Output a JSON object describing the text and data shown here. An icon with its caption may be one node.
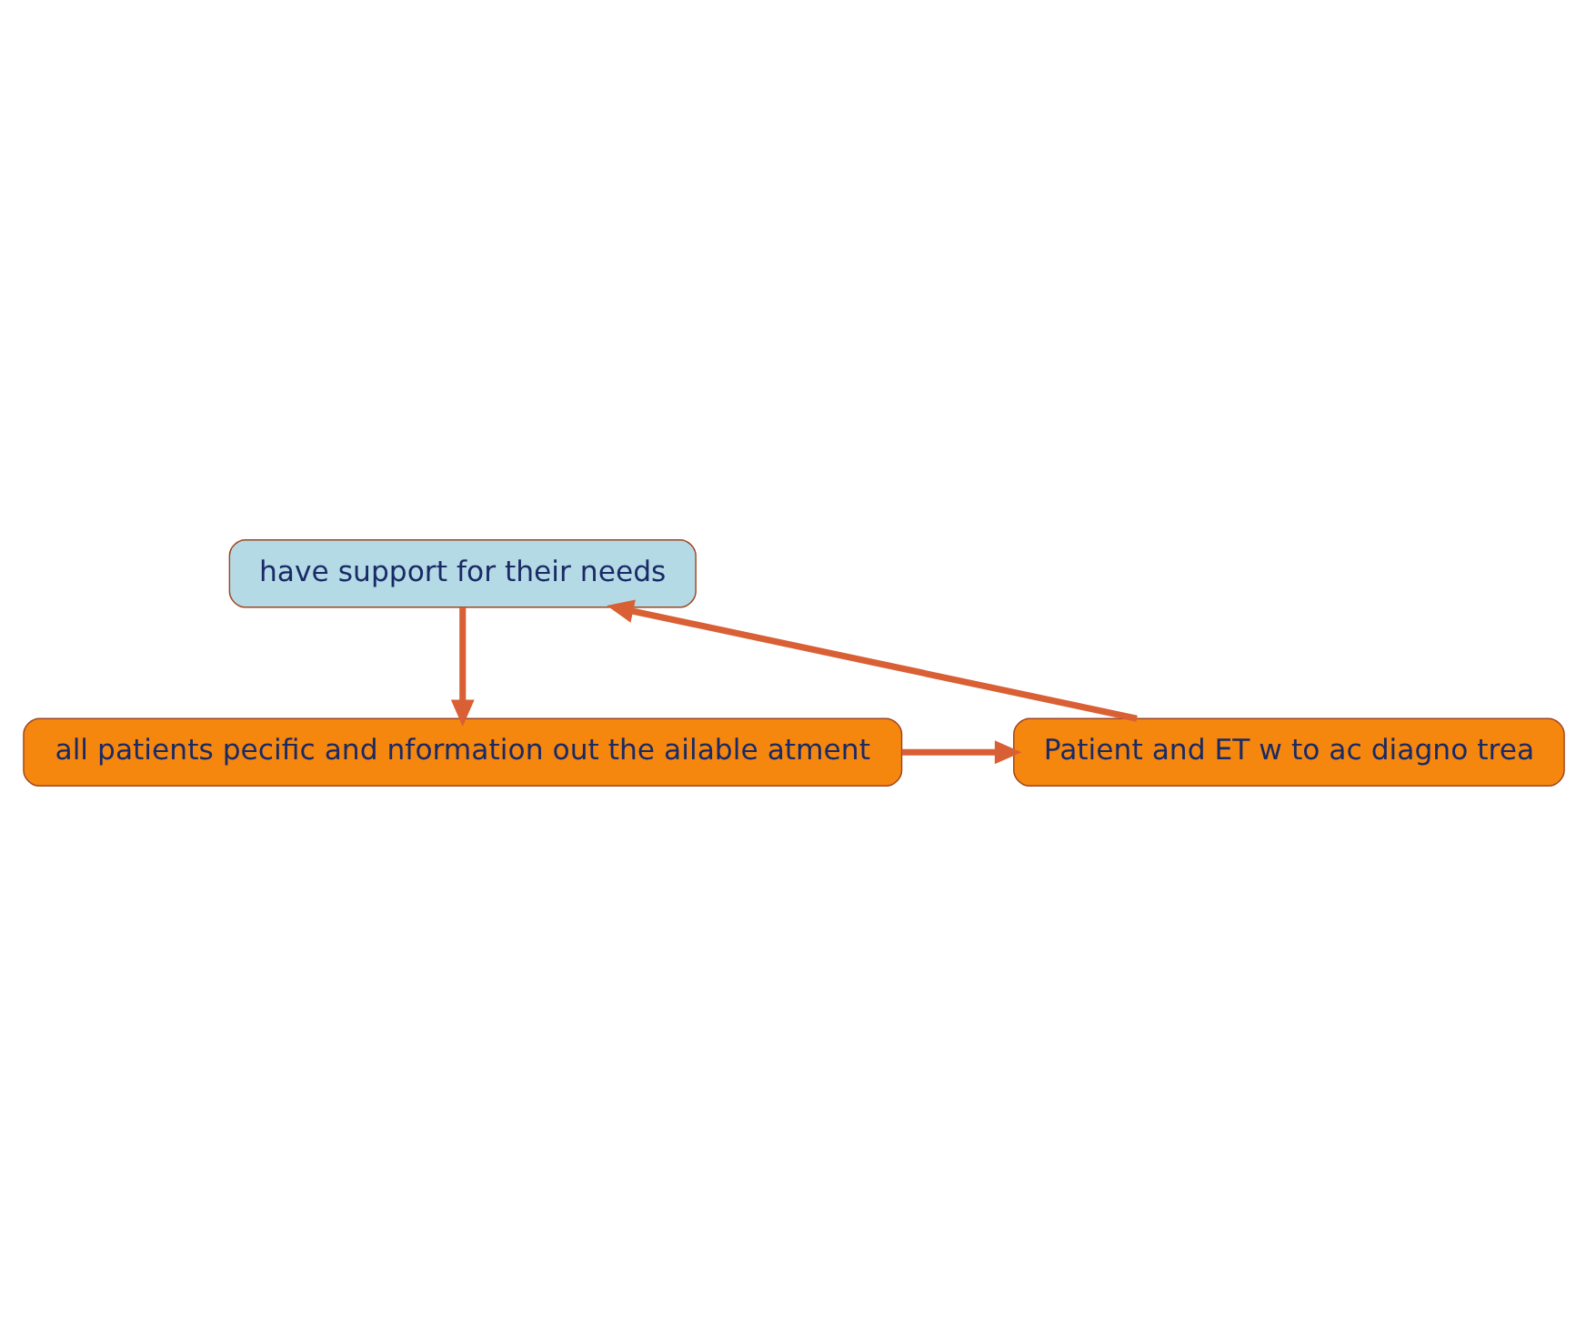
{
  "diagram": {
    "nodes": [
      {
        "text": [
          "have support for their needs"
        ]
      },
      {
        "text": [
          "all patients pecific and nformation out the ailable atment"
        ]
      },
      {
        "text": [
          "Patient and ET w to ac diagno trea"
        ]
      }
    ],
    "edges": [
      {
        "from": 0,
        "to": 1,
        "arrow": "to"
      },
      {
        "from": 1,
        "to": 2,
        "arrow": "to"
      },
      {
        "from": 2,
        "to": 0,
        "arrow": "to"
      }
    ]
  }
}
